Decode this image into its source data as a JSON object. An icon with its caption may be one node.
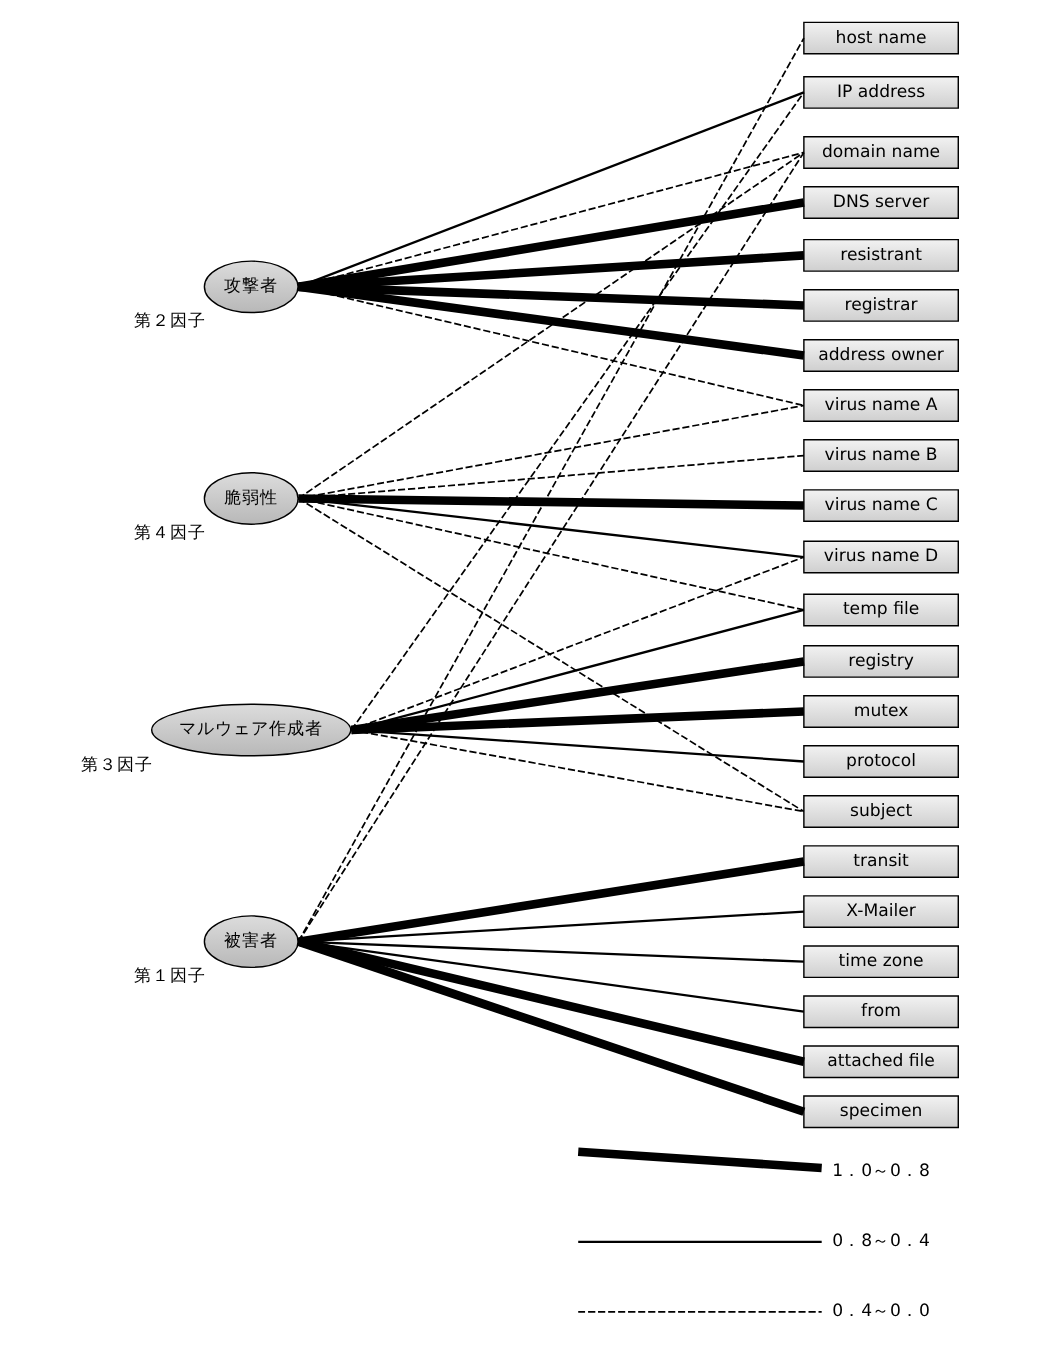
{
  "diagram": {
    "nodes": [
      {
        "text": [
          "攻撃者"
        ],
        "beside": [
          "第２因子"
        ]
      },
      {
        "text": [
          "脆弱性"
        ],
        "beside": [
          "第４因子"
        ]
      },
      {
        "text": [
          "マルウェア作成者"
        ],
        "beside": [
          "第３因子"
        ]
      },
      {
        "text": [
          "被害者"
        ],
        "beside": [
          "第１因子"
        ]
      },
      {
        "text": [
          "host name"
        ]
      },
      {
        "text": [
          "IP address"
        ]
      },
      {
        "text": [
          "domain name"
        ]
      },
      {
        "text": [
          "DNS server"
        ]
      },
      {
        "text": [
          "resistrant"
        ]
      },
      {
        "text": [
          "registrar"
        ]
      },
      {
        "text": [
          "address owner"
        ]
      },
      {
        "text": [
          "virus name A"
        ]
      },
      {
        "text": [
          "virus name B"
        ]
      },
      {
        "text": [
          "virus name C"
        ]
      },
      {
        "text": [
          "virus name D"
        ]
      },
      {
        "text": [
          "temp file"
        ]
      },
      {
        "text": [
          "registry"
        ]
      },
      {
        "text": [
          "mutex"
        ]
      },
      {
        "text": [
          "protocol"
        ]
      },
      {
        "text": [
          "subject"
        ]
      },
      {
        "text": [
          "transit"
        ]
      },
      {
        "text": [
          "X-Mailer"
        ]
      },
      {
        "text": [
          "time zone"
        ]
      },
      {
        "text": [
          "from"
        ]
      },
      {
        "text": [
          "attached file"
        ]
      },
      {
        "text": [
          "specimen"
        ]
      }
    ],
    "edges": [
      {
        "from": 0,
        "to": 5,
        "arrow": "none"
      },
      {
        "from": 0,
        "to": 6,
        "arrow": "none",
        "style": "dashed"
      },
      {
        "from": 0,
        "to": 7,
        "arrow": "none",
        "style": "thick"
      },
      {
        "from": 0,
        "to": 8,
        "arrow": "none",
        "style": "thick"
      },
      {
        "from": 0,
        "to": 9,
        "arrow": "none",
        "style": "thick"
      },
      {
        "from": 0,
        "to": 10,
        "arrow": "none",
        "style": "thick"
      },
      {
        "from": 0,
        "to": 11,
        "arrow": "none",
        "style": "dashed"
      },
      {
        "from": 1,
        "to": 6,
        "arrow": "none",
        "style": "dashed"
      },
      {
        "from": 1,
        "to": 11,
        "arrow": "none",
        "style": "dashed"
      },
      {
        "from": 1,
        "to": 12,
        "arrow": "none",
        "style": "dashed"
      },
      {
        "from": 1,
        "to": 13,
        "arrow": "none",
        "style": "thick"
      },
      {
        "from": 1,
        "to": 14,
        "arrow": "none"
      },
      {
        "from": 1,
        "to": 15,
        "arrow": "none",
        "style": "dashed"
      },
      {
        "from": 1,
        "to": 19,
        "arrow": "none",
        "style": "dashed"
      },
      {
        "from": 2,
        "to": 5,
        "arrow": "none",
        "style": "dashed"
      },
      {
        "from": 2,
        "to": 14,
        "arrow": "none",
        "style": "dashed"
      },
      {
        "from": 2,
        "to": 15,
        "arrow": "none"
      },
      {
        "from": 2,
        "to": 16,
        "arrow": "none",
        "style": "thick"
      },
      {
        "from": 2,
        "to": 17,
        "arrow": "none",
        "style": "thick"
      },
      {
        "from": 2,
        "to": 18,
        "arrow": "none"
      },
      {
        "from": 2,
        "to": 19,
        "arrow": "none",
        "style": "dashed"
      },
      {
        "from": 3,
        "to": 4,
        "arrow": "none",
        "style": "dashed"
      },
      {
        "from": 3,
        "to": 6,
        "arrow": "none",
        "style": "dashed"
      },
      {
        "from": 3,
        "to": 20,
        "arrow": "none",
        "style": "thick"
      },
      {
        "from": 3,
        "to": 21,
        "arrow": "none"
      },
      {
        "from": 3,
        "to": 22,
        "arrow": "none"
      },
      {
        "from": 3,
        "to": 23,
        "arrow": "none"
      },
      {
        "from": 3,
        "to": 24,
        "arrow": "none",
        "style": "thick"
      },
      {
        "from": 3,
        "to": 25,
        "arrow": "none",
        "style": "thick"
      }
    ],
    "legend": [
      {
        "text": "1．0～0．8"
      },
      {
        "text": "0．8～0．4"
      },
      {
        "text": "0．4～0．0"
      }
    ]
  }
}
